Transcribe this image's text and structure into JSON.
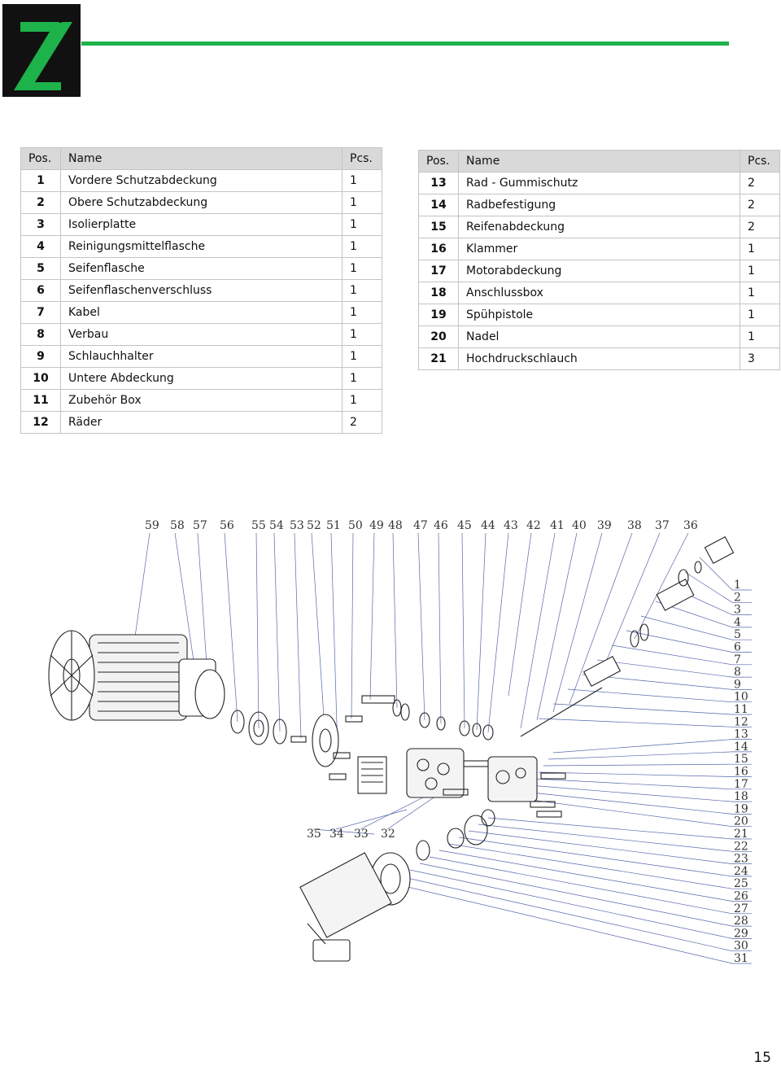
{
  "brand": {
    "colors": {
      "accent_green": "#1db24a",
      "logo_bg": "#111111"
    }
  },
  "tables": {
    "headers": {
      "pos": "Pos.",
      "name": "Name",
      "pcs": "Pcs."
    },
    "left": [
      {
        "pos": "1",
        "name": "Vordere Schutzabdeckung",
        "pcs": "1"
      },
      {
        "pos": "2",
        "name": "Obere Schutzabdeckung",
        "pcs": "1"
      },
      {
        "pos": "3",
        "name": "Isolierplatte",
        "pcs": "1"
      },
      {
        "pos": "4",
        "name": "Reinigungsmittelflasche",
        "pcs": "1"
      },
      {
        "pos": "5",
        "name": "Seifenflasche",
        "pcs": "1"
      },
      {
        "pos": "6",
        "name": "Seifenflaschenverschluss",
        "pcs": "1"
      },
      {
        "pos": "7",
        "name": "Kabel",
        "pcs": "1"
      },
      {
        "pos": "8",
        "name": "Verbau",
        "pcs": "1"
      },
      {
        "pos": "9",
        "name": "Schlauchhalter",
        "pcs": "1"
      },
      {
        "pos": "10",
        "name": "Untere Abdeckung",
        "pcs": "1"
      },
      {
        "pos": "11",
        "name": "Zubehör Box",
        "pcs": "1"
      },
      {
        "pos": "12",
        "name": "Räder",
        "pcs": "2"
      }
    ],
    "right": [
      {
        "pos": "13",
        "name": "Rad - Gummischutz",
        "pcs": "2"
      },
      {
        "pos": "14",
        "name": "Radbefestigung",
        "pcs": "2"
      },
      {
        "pos": "15",
        "name": "Reifenabdeckung",
        "pcs": "2"
      },
      {
        "pos": "16",
        "name": "Klammer",
        "pcs": "1"
      },
      {
        "pos": "17",
        "name": "Motorabdeckung",
        "pcs": "1"
      },
      {
        "pos": "18",
        "name": "Anschlussbox",
        "pcs": "1"
      },
      {
        "pos": "19",
        "name": "Spühpistole",
        "pcs": "1"
      },
      {
        "pos": "20",
        "name": "Nadel",
        "pcs": "1"
      },
      {
        "pos": "21",
        "name": "Hochdruckschlauch",
        "pcs": "3"
      }
    ]
  },
  "diagram": {
    "top_labels": [
      "59",
      "58",
      "57",
      "56",
      "55",
      "54",
      "53",
      "52",
      "51",
      "50",
      "49",
      "48",
      "47",
      "46",
      "45",
      "44",
      "43",
      "42",
      "41",
      "40",
      "39",
      "38",
      "37",
      "36"
    ],
    "right_labels": [
      "1",
      "2",
      "3",
      "4",
      "5",
      "6",
      "7",
      "8",
      "9",
      "10",
      "11",
      "12",
      "13",
      "14",
      "15",
      "16",
      "17",
      "18",
      "19",
      "20",
      "21",
      "22",
      "23",
      "24",
      "25",
      "26",
      "27",
      "28",
      "29",
      "30",
      "31"
    ],
    "bottom_labels": [
      "35",
      "34",
      "33",
      "32"
    ]
  },
  "page_number": "15"
}
